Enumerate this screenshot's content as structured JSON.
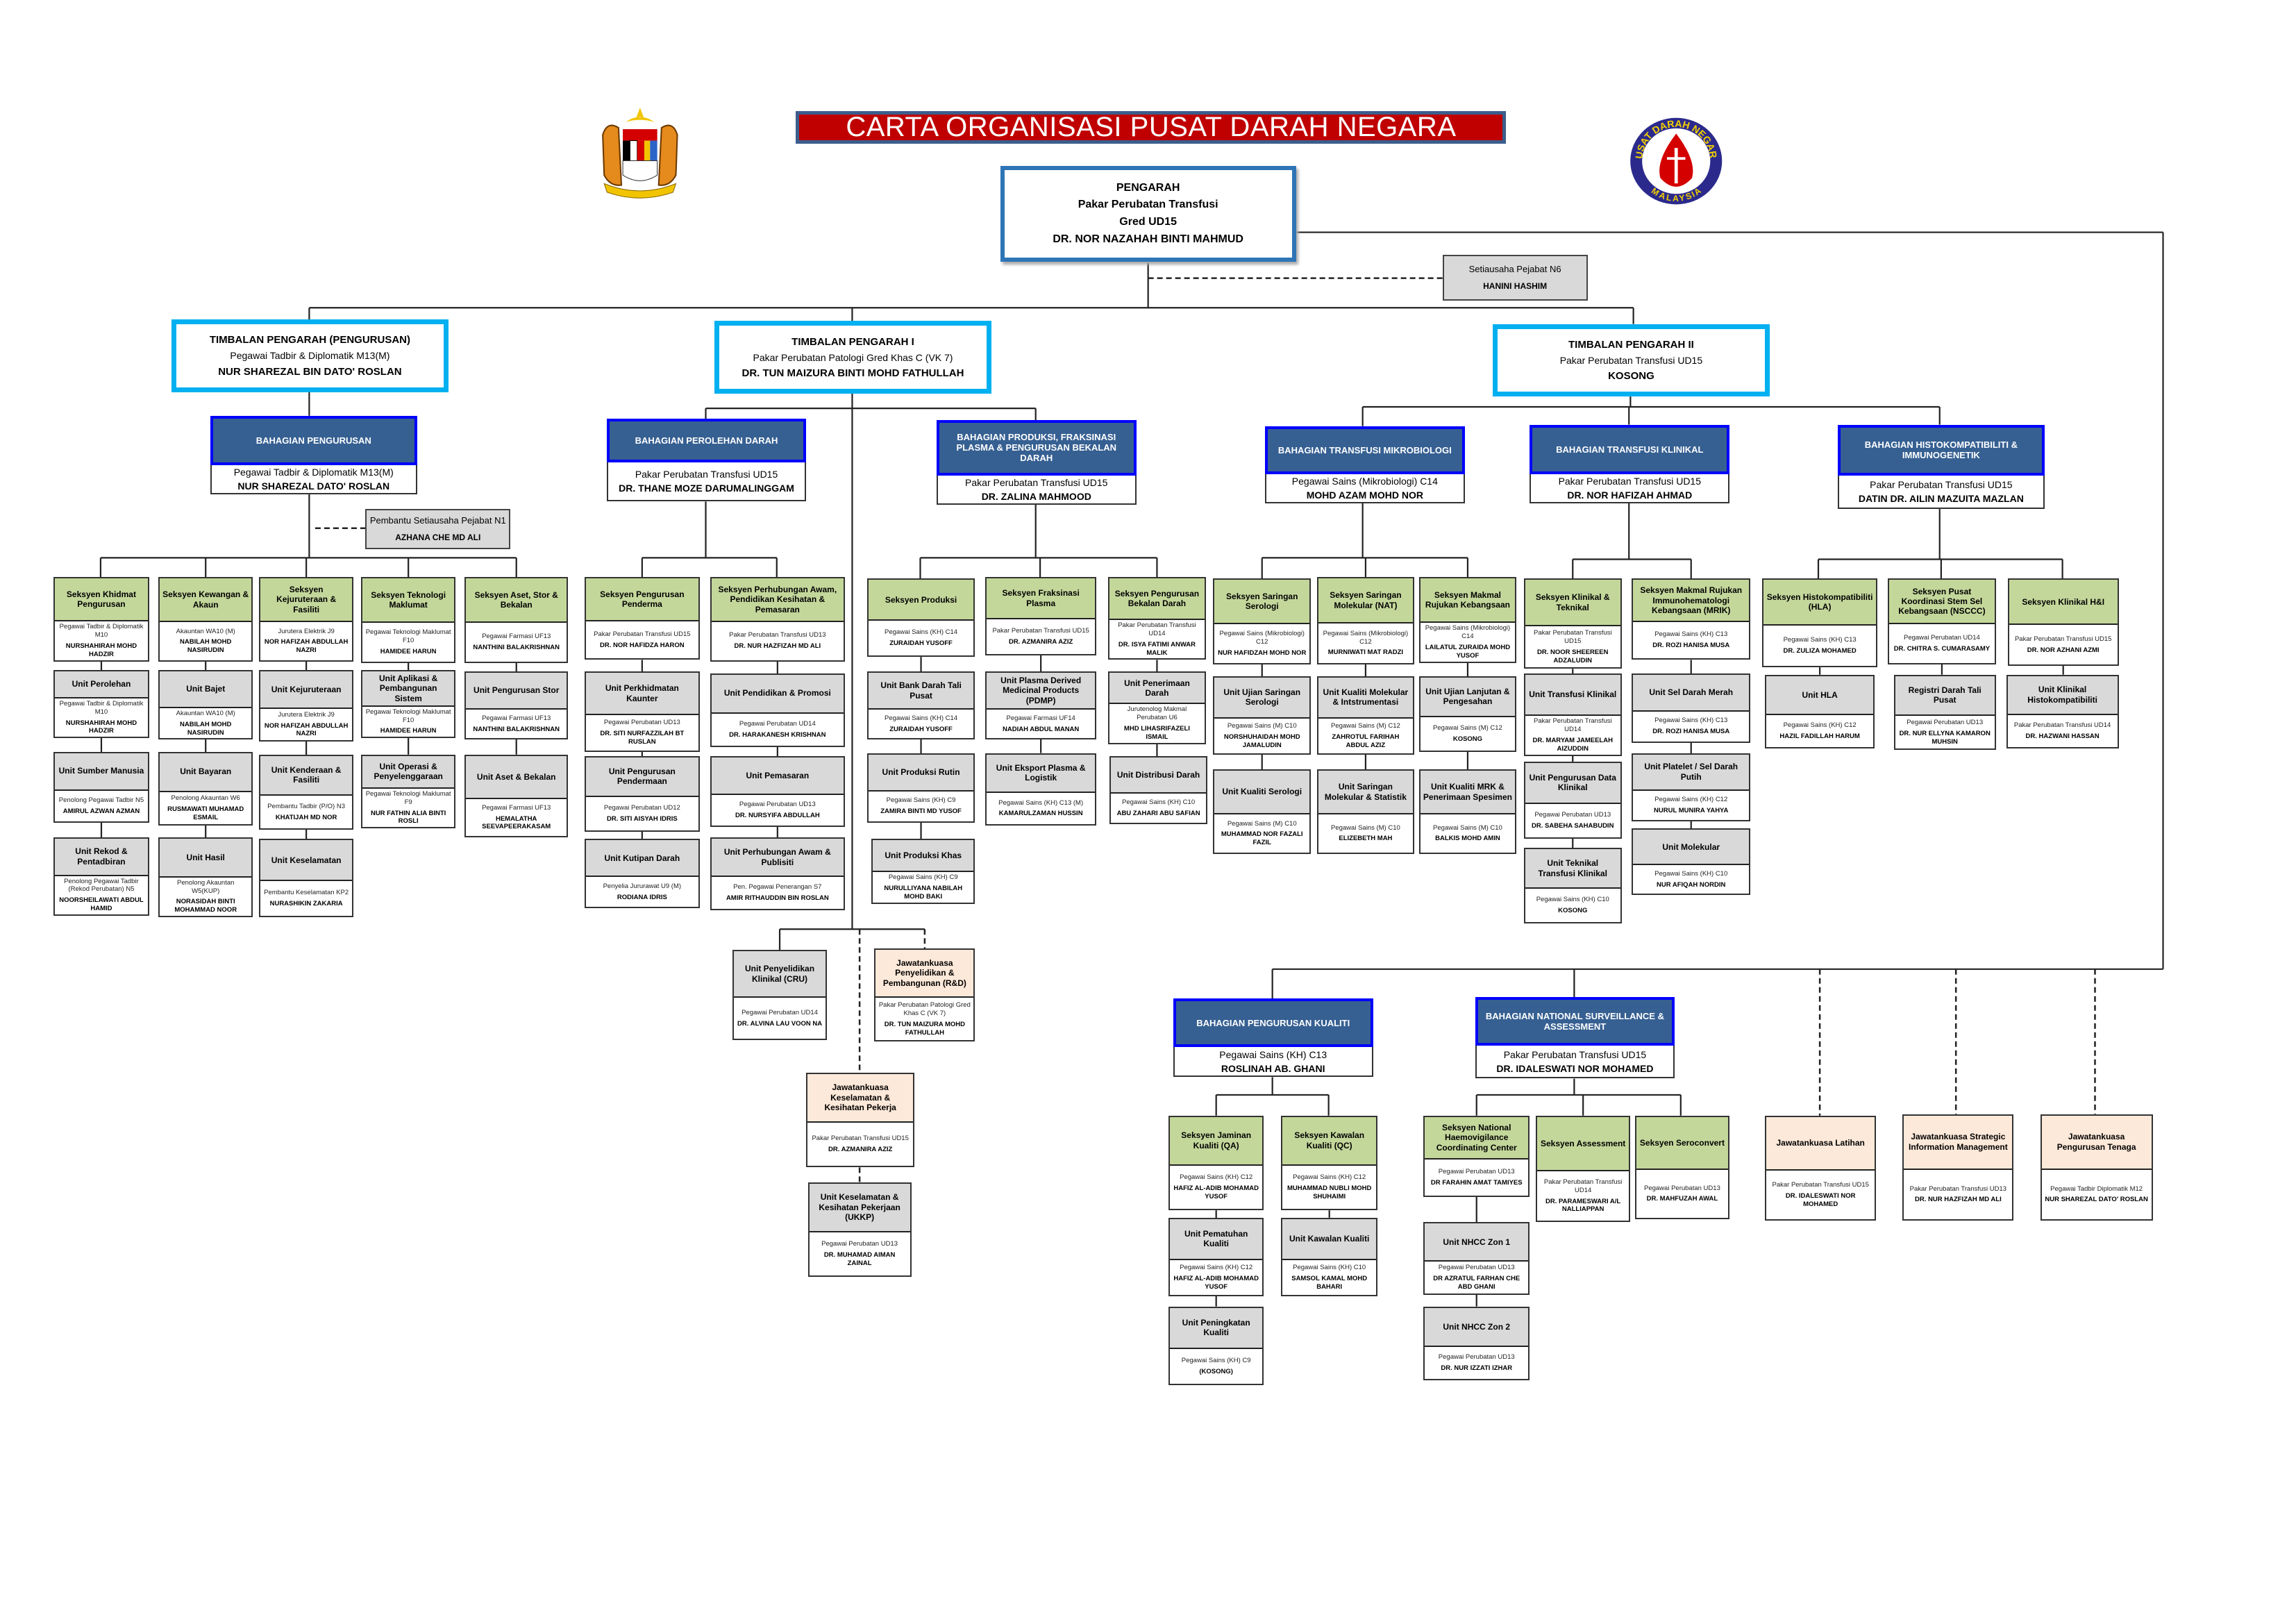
{
  "title": "CARTA ORGANISASI PUSAT DARAH NEGARA",
  "logo_right_text": {
    "top": "PUSAT DARAH NEGARA",
    "bottom": "MALAYSIA"
  },
  "pengarah": {
    "title": "PENGARAH",
    "post": "Pakar Perubatan Transfusi",
    "grade": "Gred UD15",
    "name": "DR. NOR NAZAHAH BINTI MAHMUD"
  },
  "setiausaha": {
    "post": "Setiausaha Pejabat N6",
    "name": "HANINI HASHIM"
  },
  "pembantu": {
    "post": "Pembantu Setiausaha Pejabat N1",
    "name": "AZHANA CHE MD ALI"
  },
  "timbalan": {
    "pengurusan": {
      "title": "TIMBALAN PENGARAH (PENGURUSAN)",
      "post": "Pegawai Tadbir & Diplomatik M13(M)",
      "name": "NUR SHAREZAL BIN DATO' ROSLAN"
    },
    "tp1": {
      "title": "TIMBALAN PENGARAH I",
      "post": "Pakar Perubatan Patologi Gred Khas C (VK 7)",
      "name": "DR. TUN MAIZURA BINTI MOHD FATHULLAH"
    },
    "tp2": {
      "title": "TIMBALAN PENGARAH II",
      "post": "Pakar Perubatan Transfusi UD15",
      "name": "KOSONG"
    }
  },
  "bahagian": {
    "pengurusan": {
      "title": "BAHAGIAN PENGURUSAN",
      "post": "Pegawai Tadbir & Diplomatik M13(M)",
      "name": "NUR SHAREZAL DATO' ROSLAN"
    },
    "perolehan": {
      "title": "BAHAGIAN PEROLEHAN DARAH",
      "post": "Pakar Perubatan Transfusi UD15",
      "name": "DR. THANE MOZE DARUMALINGGAM"
    },
    "produksi": {
      "title": "BAHAGIAN PRODUKSI, FRAKSINASI PLASMA & PENGURUSAN BEKALAN DARAH",
      "post": "Pakar Perubatan Transfusi UD15",
      "name": "DR. ZALINA MAHMOOD"
    },
    "mikro": {
      "title": "BAHAGIAN TRANSFUSI MIKROBIOLOGI",
      "post": "Pegawai Sains (Mikrobiologi) C14",
      "name": "MOHD AZAM MOHD NOR"
    },
    "klinikal": {
      "title": "BAHAGIAN TRANSFUSI KLINIKAL",
      "post": "Pakar Perubatan Transfusi UD15",
      "name": "DR. NOR HAFIZAH AHMAD"
    },
    "histo": {
      "title": "BAHAGIAN HISTOKOMPATIBILITI & IMMUNOGENETIK",
      "post": "Pakar Perubatan Transfusi UD15",
      "name": "DATIN DR. AILIN MAZUITA MAZLAN"
    },
    "kualiti": {
      "title": "BAHAGIAN PENGURUSAN KUALITI",
      "post": "Pegawai Sains (KH) C13",
      "name": "ROSLINAH AB. GHANI"
    },
    "nsa": {
      "title": "BAHAGIAN NATIONAL SURVEILLANCE & ASSESSMENT",
      "post": "Pakar Perubatan Transfusi UD15",
      "name": "DR. IDALESWATI NOR MOHAMED"
    }
  },
  "boxes": {
    "s_khidmat": {
      "type": "seksyen",
      "title": "Seksyen Khidmat Pengurusan",
      "post": "Pegawai Tadbir & Diplomatik M10",
      "name": "NURSHAHIRAH MOHD HADZIR"
    },
    "u_perolehan": {
      "type": "unit",
      "title": "Unit Perolehan",
      "post": "Pegawai Tadbir & Diplomatik M10",
      "name": "NURSHAHIRAH MOHD HADZIR"
    },
    "u_sm": {
      "type": "unit",
      "title": "Unit Sumber Manusia",
      "post": "Penolong Pegawai Tadbir N5",
      "name": "AMIRUL AZWAN AZMAN"
    },
    "u_rekod": {
      "type": "unit",
      "title": "Unit Rekod & Pentadbiran",
      "post": "Penolong Pegawai Tadbir (Rekod Perubatan) N5",
      "name": "NOORSHEILAWATI ABDUL HAMID"
    },
    "s_kewangan": {
      "type": "seksyen",
      "title": "Seksyen Kewangan & Akaun",
      "post": "Akauntan WA10 (M)",
      "name": "NABILAH MOHD NASIRUDIN"
    },
    "u_bajet": {
      "type": "unit",
      "title": "Unit Bajet",
      "post": "Akauntan WA10 (M)",
      "name": "NABILAH MOHD NASIRUDIN"
    },
    "u_bayaran": {
      "type": "unit",
      "title": "Unit Bayaran",
      "post": "Penolong Akauntan W6",
      "name": "RUSMAWATI MUHAMAD ESMAIL"
    },
    "u_hasil": {
      "type": "unit",
      "title": "Unit Hasil",
      "post": "Penolong Akauntan W5(KUP)",
      "name": "NORASIDAH BINTI MOHAMMAD NOOR"
    },
    "s_kejuruteraan": {
      "type": "seksyen",
      "title": "Seksyen Kejuruteraan & Fasiliti",
      "post": "Jurutera Elektrik J9",
      "name": "NOR HAFIZAH ABDULLAH NAZRI"
    },
    "u_kejuruteraan": {
      "type": "unit",
      "title": "Unit Kejuruteraan",
      "post": "Jurutera Elektrik J9",
      "name": "NOR HAFIZAH ABDULLAH NAZRI"
    },
    "u_kenderaan": {
      "type": "unit",
      "title": "Unit Kenderaan & Fasiliti",
      "post": "Pembantu Tadbir (P/O) N3",
      "name": "KHATIJAH MD NOR"
    },
    "u_keselamatan": {
      "type": "unit",
      "title": "Unit Keselamatan",
      "post": "Pembantu Keselamatan KP2",
      "name": "NURASHIKIN ZAKARIA"
    },
    "s_ti": {
      "type": "seksyen",
      "title": "Seksyen Teknologi Maklumat",
      "post": "Pegawai Teknologi Maklumat F10",
      "name": "HAMIDEE HARUN"
    },
    "u_aplikasi": {
      "type": "unit",
      "title": "Unit Aplikasi & Pembangunan Sistem",
      "post": "Pegawai Teknologi Maklumat F10",
      "name": "HAMIDEE HARUN"
    },
    "u_operasi": {
      "type": "unit",
      "title": "Unit Operasi & Penyelenggaraan",
      "post": "Pegawai Teknologi Maklumat F9",
      "name": "NUR FATHIN ALIA BINTI ROSLI"
    },
    "s_aset": {
      "type": "seksyen",
      "title": "Seksyen Aset, Stor & Bekalan",
      "post": "Pegawai Farmasi UF13",
      "name": "NANTHINI BALAKRISHNAN"
    },
    "u_stor": {
      "type": "unit",
      "title": "Unit Pengurusan Stor",
      "post": "Pegawai Farmasi UF13",
      "name": "NANTHINI BALAKRISHNAN"
    },
    "u_asetbekalan": {
      "type": "unit",
      "title": "Unit Aset & Bekalan",
      "post": "Pegawai Farmasi UF13",
      "name": "HEMALATHA SEEVAPEERAKASAM"
    },
    "s_penderma": {
      "type": "seksyen",
      "title": "Seksyen Pengurusan Penderma",
      "post": "Pakar Perubatan Transfusi UD15",
      "name": "DR. NOR HAFIDZA HARON"
    },
    "u_kaunter": {
      "type": "unit",
      "title": "Unit Perkhidmatan Kaunter",
      "post": "Pegawai Perubatan UD13",
      "name": "DR. SITI NURFAZZILAH BT RUSLAN"
    },
    "u_pendermaan": {
      "type": "unit",
      "title": "Unit Pengurusan Pendermaan",
      "post": "Pegawai Perubatan UD12",
      "name": "DR. SITI AISYAH IDRIS"
    },
    "u_kutipan": {
      "type": "unit",
      "title": "Unit Kutipan Darah",
      "post": "Penyelia Jururawat U9 (M)",
      "name": "RODIANA IDRIS"
    },
    "s_perhubungan": {
      "type": "seksyen",
      "title": "Seksyen Perhubungan Awam, Pendidikan Kesihatan & Pemasaran",
      "post": "Pakar Perubatan Transfusi UD13",
      "name": "DR. NUR HAZFIZAH MD ALI"
    },
    "u_pendidikan": {
      "type": "unit",
      "title": "Unit Pendidikan & Promosi",
      "post": "Pegawai Perubatan UD14",
      "name": "DR. HARAKANESH KRISHNAN"
    },
    "u_pemasaran": {
      "type": "unit",
      "title": "Unit Pemasaran",
      "post": "Pegawai Perubatan UD13",
      "name": "DR. NURSYIFA ABDULLAH"
    },
    "u_publisiti": {
      "type": "unit",
      "title": "Unit Perhubungan Awam & Publisiti",
      "post": "Pen. Pegawai Penerangan S7",
      "name": "AMIR RITHAUDDIN BIN ROSLAN"
    },
    "u_cru": {
      "type": "unit",
      "title": "Unit Penyelidikan Klinikal (CRU)",
      "post": "Pegawai Perubatan UD14",
      "name": "DR. ALVINA LAU VOON NA"
    },
    "jk_rnd": {
      "type": "jk",
      "title": "Jawatankuasa Penyelidikan & Pembangunan (R&D)",
      "post": "Pakar Perubatan Patologi Gred Khas C (VK 7)",
      "name": "DR. TUN MAIZURA MOHD FATHULLAH"
    },
    "jk_keselamatan": {
      "type": "jk",
      "title": "Jawatankuasa Keselamatan & Kesihatan Pekerja",
      "post": "Pakar Perubatan Transfusi UD15",
      "name": "DR. AZMANIRA AZIZ"
    },
    "u_ukkp": {
      "type": "unit",
      "title": "Unit Keselamatan & Kesihatan Pekerjaan (UKKP)",
      "post": "Pegawai Perubatan UD13",
      "name": "DR. MUHAMAD AIMAN ZAINAL"
    },
    "s_produksi": {
      "type": "seksyen",
      "title": "Seksyen Produksi",
      "post": "Pegawai Sains (KH) C14",
      "name": "ZURAIDAH YUSOFF"
    },
    "u_bankdarah": {
      "type": "unit",
      "title": "Unit Bank Darah Tali Pusat",
      "post": "Pegawai Sains (KH) C14",
      "name": "ZURAIDAH YUSOFF"
    },
    "u_rutin": {
      "type": "unit",
      "title": "Unit Produksi Rutin",
      "post": "Pegawai Sains (KH) C9",
      "name": "ZAMIRA BINTI MD YUSOF"
    },
    "u_khas": {
      "type": "unit",
      "title": "Unit Produksi Khas",
      "post": "Pegawai Sains (KH) C9",
      "name": "NURULLIYANA NABILAH MOHD BAKI"
    },
    "s_fraksinasi": {
      "type": "seksyen",
      "title": "Seksyen Fraksinasi Plasma",
      "post": "Pakar Perubatan Transfusi UD15",
      "name": "DR. AZMANIRA AZIZ"
    },
    "u_pdmp": {
      "type": "unit",
      "title": "Unit Plasma Derived Medicinal Products (PDMP)",
      "post": "Pegawai Farmasi UF14",
      "name": "NADIAH ABDUL MANAN"
    },
    "u_eksport": {
      "type": "unit",
      "title": "Unit Eksport Plasma & Logistik",
      "post": "Pegawai Sains (KH) C13 (M)",
      "name": "KAMARULZAMAN HUSSIN"
    },
    "s_bekalan": {
      "type": "seksyen",
      "title": "Seksyen Pengurusan Bekalan Darah",
      "post": "Pakar Perubatan Transfusi UD14",
      "name": "DR. ISYA FATIMI ANWAR MALIK"
    },
    "u_penerimaan": {
      "type": "unit",
      "title": "Unit Penerimaan Darah",
      "post": "Jurutenolog Makmal Perubatan U6",
      "name": "MHD LIHASRIFAZELI ISMAIL"
    },
    "u_distribusi": {
      "type": "unit",
      "title": "Unit Distribusi Darah",
      "post": "Pegawai Sains (KH) C10",
      "name": "ABU ZAHARI ABU SAFIAN"
    },
    "s_serologi": {
      "type": "seksyen",
      "title": "Seksyen Saringan Serologi",
      "post": "Pegawai Sains (Mikrobiologi) C12",
      "name": "NUR HAFIDZAH MOHD NOR"
    },
    "u_ujiansaringan": {
      "type": "unit",
      "title": "Unit Ujian Saringan Serologi",
      "post": "Pegawai Sains (M) C10",
      "name": "NORSHUHAIDAH MOHD JAMALUDIN"
    },
    "u_kualitiserologi": {
      "type": "unit",
      "title": "Unit Kualiti Serologi",
      "post": "Pegawai Sains (M) C10",
      "name": "MUHAMMAD NOR FAZALI FAZIL"
    },
    "s_nat": {
      "type": "seksyen",
      "title": "Seksyen Saringan Molekular (NAT)",
      "post": "Pegawai Sains (Mikrobiologi) C12",
      "name": "MURNIWATI MAT RADZI"
    },
    "u_kualitimolekular": {
      "type": "unit",
      "title": "Unit Kualiti Molekular & Intstrumentasi",
      "post": "Pegawai Sains (M) C12",
      "name": "ZAHROTUL FARIHAH ABDUL AZIZ"
    },
    "u_saringanmolekular": {
      "type": "unit",
      "title": "Unit Saringan Molekular & Statistik",
      "post": "Pegawai Sains (M) C10",
      "name": "ELIZEBETH MAH"
    },
    "s_mrk": {
      "type": "seksyen",
      "title": "Seksyen Makmal Rujukan Kebangsaan",
      "post": "Pegawai Sains (Mikrobiologi) C14",
      "name": "LAILATUL ZURAIDA MOHD YUSOF"
    },
    "u_lanjutan": {
      "type": "unit",
      "title": "Unit Ujian Lanjutan & Pengesahan",
      "post": "Pegawai Sains (M) C12",
      "name": "KOSONG"
    },
    "u_kualitimrk": {
      "type": "unit",
      "title": "Unit Kualiti MRK & Penerimaan Spesimen",
      "post": "Pegawai Sains (M) C10",
      "name": "BALKIS MOHD AMIN"
    },
    "s_klinikal": {
      "type": "seksyen",
      "title": "Seksyen Klinikal & Teknikal",
      "post": "Pakar Perubatan Transfusi UD15",
      "name": "DR. NOOR SHEEREEN ADZALUDIN"
    },
    "u_transfusiklinikal": {
      "type": "unit",
      "title": "Unit Transfusi Klinikal",
      "post": "Pakar Perubatan Transfusi UD14",
      "name": "DR. MARYAM JAMEELAH AIZUDDIN"
    },
    "u_data": {
      "type": "unit",
      "title": "Unit Pengurusan Data Klinikal",
      "post": "Pegawai Perubatan UD13",
      "name": "DR. SABEHA SAHABUDIN"
    },
    "u_teknikal": {
      "type": "unit",
      "title": "Unit Teknikal Transfusi Klinikal",
      "post": "Pegawai Sains (KH) C10",
      "name": "KOSONG"
    },
    "s_mrik": {
      "type": "seksyen",
      "title": "Seksyen Makmal Rujukan Immunohematologi Kebangsaan (MRIK)",
      "post": "Pegawai Sains (KH) C13",
      "name": "DR. ROZI HANISA MUSA"
    },
    "u_seldarah": {
      "type": "unit",
      "title": "Unit Sel Darah Merah",
      "post": "Pegawai Sains (KH) C13",
      "name": "DR. ROZI HANISA MUSA"
    },
    "u_platelet": {
      "type": "unit",
      "title": "Unit Platelet / Sel Darah Putih",
      "post": "Pegawai Sains (KH) C12",
      "name": "NURUL MUNIRA YAHYA"
    },
    "u_molekular": {
      "type": "unit",
      "title": "Unit Molekular",
      "post": "Pegawai Sains (KH) C10",
      "name": "NUR AFIQAH NORDIN"
    },
    "s_hla": {
      "type": "seksyen",
      "title": "Seksyen Histokompatibiliti (HLA)",
      "post": "Pegawai Sains (KH) C13",
      "name": "DR. ZULIZA MOHAMED"
    },
    "u_hla": {
      "type": "unit",
      "title": "Unit HLA",
      "post": "Pegawai Sains (KH) C12",
      "name": "HAZIL FADILLAH HARUM"
    },
    "s_nsccc": {
      "type": "seksyen",
      "title": "Seksyen Pusat Koordinasi Stem Sel Kebangsaan (NSCCC)",
      "post": "Pegawai Perubatan UD14",
      "name": "DR. CHITRA S. CUMARASAMY"
    },
    "u_registri": {
      "type": "unit",
      "title": "Registri Darah Tali Pusat",
      "post": "Pegawai Perubatan UD13",
      "name": "DR. NUR ELLYNA KAMARON MUHSIN"
    },
    "s_hi": {
      "type": "seksyen",
      "title": "Seksyen Klinikal H&I",
      "post": "Pakar Perubatan Transfusi UD15",
      "name": "DR. NOR AZHANI AZMI"
    },
    "u_klinikalhisto": {
      "type": "unit",
      "title": "Unit Klinikal Histokompatibiliti",
      "post": "Pakar Perubatan Transfusi UD14",
      "name": "DR. HAZWANI HASSAN"
    },
    "s_qa": {
      "type": "seksyen",
      "title": "Seksyen Jaminan Kualiti (QA)",
      "post": "Pegawai Sains (KH) C12",
      "name": "HAFIZ AL-ADIB MOHAMAD YUSOF"
    },
    "u_pematuhan": {
      "type": "unit",
      "title": "Unit Pematuhan Kualiti",
      "post": "Pegawai Sains (KH) C12",
      "name": "HAFIZ AL-ADIB MOHAMAD YUSOF"
    },
    "u_peningkatan": {
      "type": "unit",
      "title": "Unit Peningkatan Kualiti",
      "post": "Pegawai Sains (KH) C9",
      "name": "(KOSONG)"
    },
    "s_qc": {
      "type": "seksyen",
      "title": "Seksyen Kawalan Kualiti (QC)",
      "post": "Pegawai Sains (KH) C12",
      "name": "MUHAMMAD NUBLI MOHD SHUHAIMI"
    },
    "u_kawalan": {
      "type": "unit",
      "title": "Unit Kawalan Kualiti",
      "post": "Pegawai Sains (KH) C10",
      "name": "SAMSOL KAMAL MOHD BAHARI"
    },
    "s_nhcc": {
      "type": "seksyen",
      "title": "Seksyen National Haemovigilance Coordinating Center",
      "post": "Pegawai Perubatan UD13",
      "name": "DR FARAHIN AMAT TAMIYES"
    },
    "u_zon1": {
      "type": "unit",
      "title": "Unit NHCC Zon 1",
      "post": "Pegawai Perubatan UD13",
      "name": "DR AZRATUL FARHAN CHE ABD GHANI"
    },
    "u_zon2": {
      "type": "unit",
      "title": "Unit NHCC Zon 2",
      "post": "Pegawai Perubatan UD13",
      "name": "DR. NUR IZZATI IZHAR"
    },
    "s_assessment": {
      "type": "seksyen",
      "title": "Seksyen Assessment",
      "post": "Pakar Perubatan Transfusi UD14",
      "name": "DR. PARAMESWARI A/L NALLIAPPAN"
    },
    "s_seroconvert": {
      "type": "seksyen",
      "title": "Seksyen Seroconvert",
      "post": "Pegawai Perubatan UD13",
      "name": "DR. MAHFUZAH AWAL"
    },
    "jk_latihan": {
      "type": "jk",
      "title": "Jawatankuasa Latihan",
      "post": "Pakar Perubatan Transfusi UD15",
      "name": "DR. IDALESWATI NOR MOHAMED"
    },
    "jk_sim": {
      "type": "jk",
      "title": "Jawatankuasa Strategic Information Management",
      "post": "Pakar Perubatan Transfusi UD13",
      "name": "DR. NUR HAZFIZAH MD ALI"
    },
    "jk_tenaga": {
      "type": "jk",
      "title": "Jawatankuasa Pengurusan Tenaga",
      "post": "Pegawai Tadbir Diplomatik M12",
      "name": "NUR SHAREZAL DATO' ROSLAN"
    }
  }
}
